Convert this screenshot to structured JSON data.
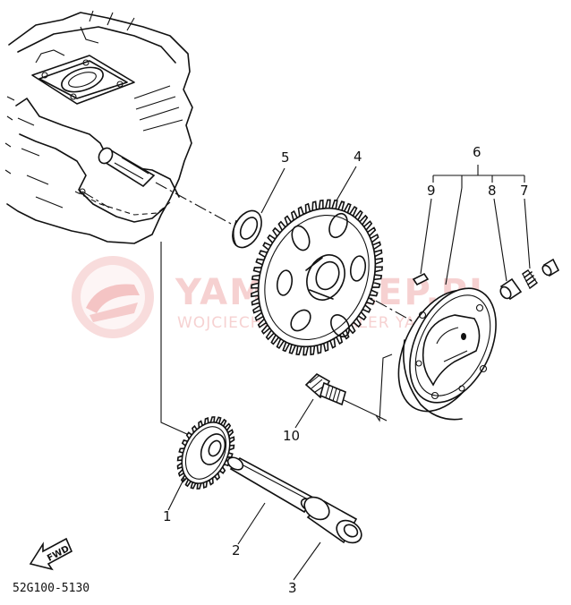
{
  "diagram": {
    "callouts": {
      "part1": "1",
      "part2": "2",
      "part3": "3",
      "part4": "4",
      "part5": "5",
      "part6": "6",
      "part7": "7",
      "part8": "8",
      "part9": "9",
      "part10": "10"
    },
    "fwd_label": "FWD",
    "drawing_code": "52G100-5130"
  },
  "watermark": {
    "brand": "YAMASKLEP.PL",
    "subtitle": "WOJCIECHOWSKI  DEALER YAMAHA",
    "color": "#ec9a9a"
  }
}
